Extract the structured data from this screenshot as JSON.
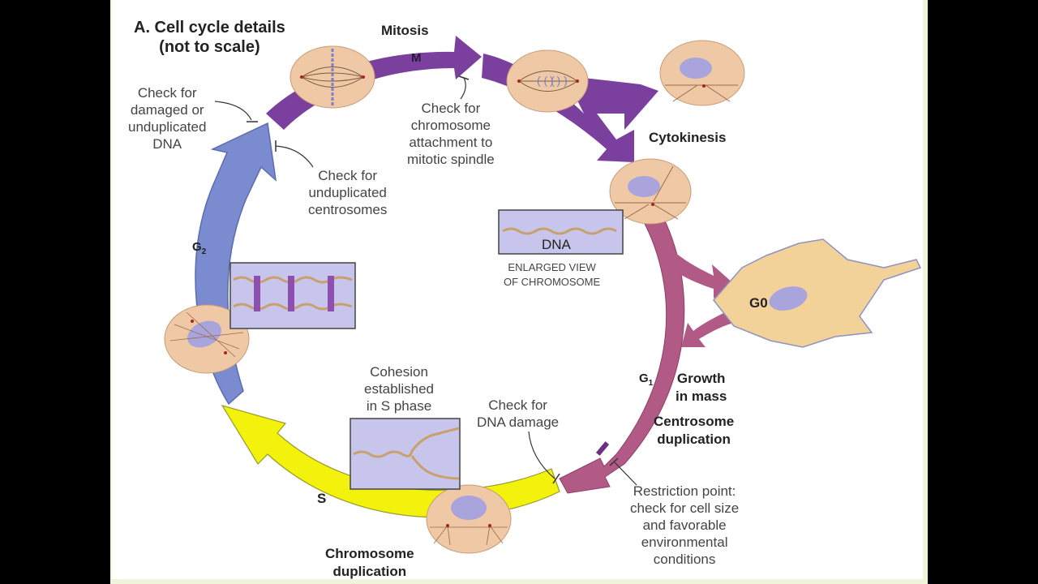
{
  "title": {
    "line1": "A. Cell cycle details",
    "line2": "(not to scale)"
  },
  "phases": {
    "mitosis": "Mitosis",
    "m": "M",
    "g2": "G",
    "g2_sub": "2",
    "g1": "G",
    "g1_sub": "1",
    "s": "S",
    "g0": "G0",
    "cytokinesis": "Cytokinesis"
  },
  "labels": {
    "check_damaged_dna": "Check for\ndamaged or\nunduplicated\nDNA",
    "check_centrosomes": "Check for\nunduplicated\ncentrosomes",
    "check_spindle": "Check for\nchromosome\nattachment to\nmitotic spindle",
    "dna_box": "DNA",
    "enlarged_view_1": "Enlarged view",
    "enlarged_view_2": "of chromosome",
    "growth": "Growth\nin mass",
    "centrosome_dup": "Centrosome\nduplication",
    "restriction_point": "Restriction point:\ncheck for cell size\nand favorable\nenvironmental\nconditions",
    "cohesion": "Cohesion\nestablished\nin S phase",
    "check_dna_damage": "Check for\nDNA damage",
    "chromosome_dup": "Chromosome\nduplication"
  },
  "colors": {
    "mitosis": "#7b3f9e",
    "g1": "#b05a85",
    "g2": "#7a8bd0",
    "s": "#f2f20c",
    "cell": "#efc9a6",
    "nucleus": "#a9a4dc",
    "inset": "#c8c5ec",
    "g0_cell": "#f3d29a"
  }
}
